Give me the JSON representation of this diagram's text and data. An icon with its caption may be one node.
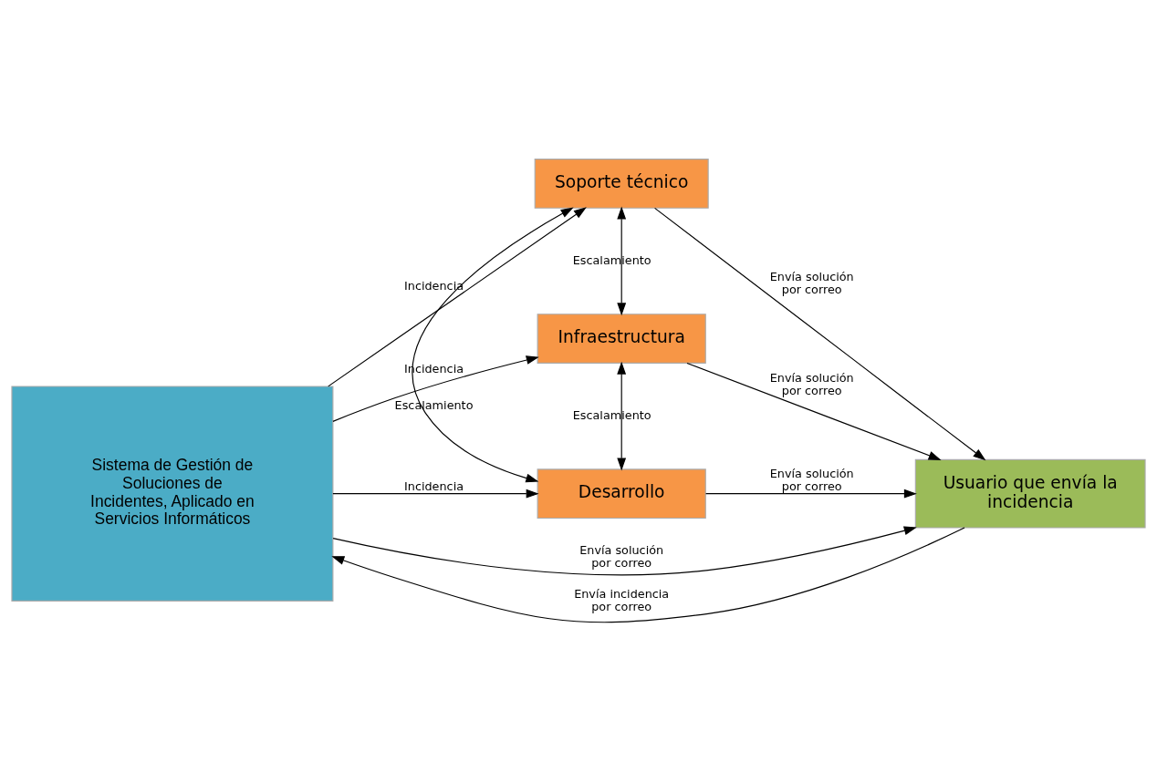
{
  "diagram": {
    "nodes": [
      {
        "text": [
          "Sistema de Gestión de Soluciones de Incidentes, Aplicado en Servicios Informáticos"
        ]
      },
      {
        "text": [
          "Soporte técnico"
        ]
      },
      {
        "text": [
          "Infraestructura"
        ]
      },
      {
        "text": [
          "Desarrollo"
        ]
      },
      {
        "text": [
          "Usuario que envía la incidencia"
        ]
      }
    ],
    "edges": [
      {
        "from": 0,
        "to": 1,
        "arrow": "to",
        "label": "Incidencia"
      },
      {
        "from": 0,
        "to": 2,
        "arrow": "to",
        "label": "Incidencia"
      },
      {
        "from": 0,
        "to": 3,
        "arrow": "to",
        "label": "Incidencia"
      },
      {
        "from": 1,
        "to": 2,
        "arrow": "both",
        "label": "Escalamiento"
      },
      {
        "from": 2,
        "to": 3,
        "arrow": "both",
        "label": "Escalamiento"
      },
      {
        "from": 1,
        "to": 3,
        "arrow": "both",
        "label": "Escalamiento"
      },
      {
        "from": 1,
        "to": 4,
        "arrow": "to",
        "label": "Envía solución por correo"
      },
      {
        "from": 2,
        "to": 4,
        "arrow": "to",
        "label": "Envía solución por correo"
      },
      {
        "from": 3,
        "to": 4,
        "arrow": "to",
        "label": "Envía solución por correo"
      },
      {
        "from": 0,
        "to": 4,
        "arrow": "to",
        "label": "Envía solución por correo"
      },
      {
        "from": 4,
        "to": 0,
        "arrow": "to",
        "label": "Envía incidencia por correo"
      }
    ]
  }
}
